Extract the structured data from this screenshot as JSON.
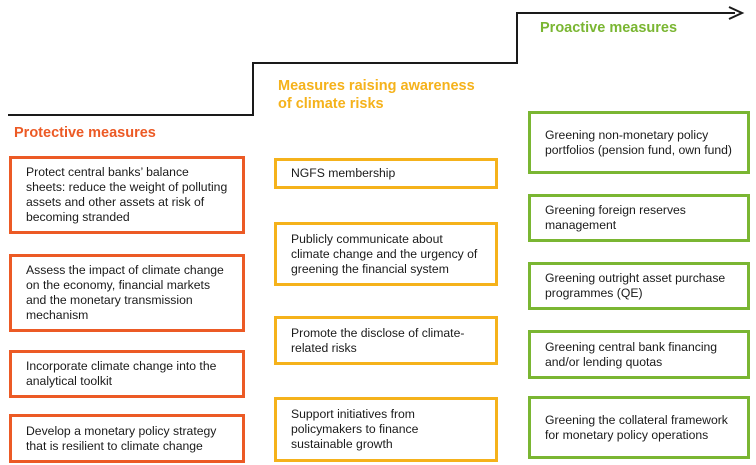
{
  "colors": {
    "protective": "#ec5a25",
    "awareness": "#f5b21b",
    "proactive": "#7ab632",
    "line": "#1a1a1a"
  },
  "columns": {
    "protective": {
      "title": "Protective measures",
      "items": [
        "Protect central banks’ balance sheets: reduce the weight of polluting assets and other assets at risk of becoming stranded",
        "Assess the impact of climate change on the economy, financial markets and the monetary transmission mechanism",
        "Incorporate climate change into the analytical toolkit",
        "Develop  a monetary policy strategy that is resilient to climate change"
      ]
    },
    "awareness": {
      "title": "Measures raising awareness of climate risks",
      "items": [
        "NGFS membership",
        "Publicly communicate about climate change and the urgency of greening the financial system",
        "Promote the disclose of climate-related risks",
        "Support initiatives from policymakers to finance sustainable growth"
      ]
    },
    "proactive": {
      "title": "Proactive measures",
      "items": [
        "Greening non-monetary policy portfolios (pension fund, own fund)",
        "Greening foreign reserves management",
        "Greening outright asset purchase programmes (QE)",
        "Greening central bank financing and/or lending quotas",
        "Greening the collateral framework for monetary policy operations"
      ]
    }
  }
}
